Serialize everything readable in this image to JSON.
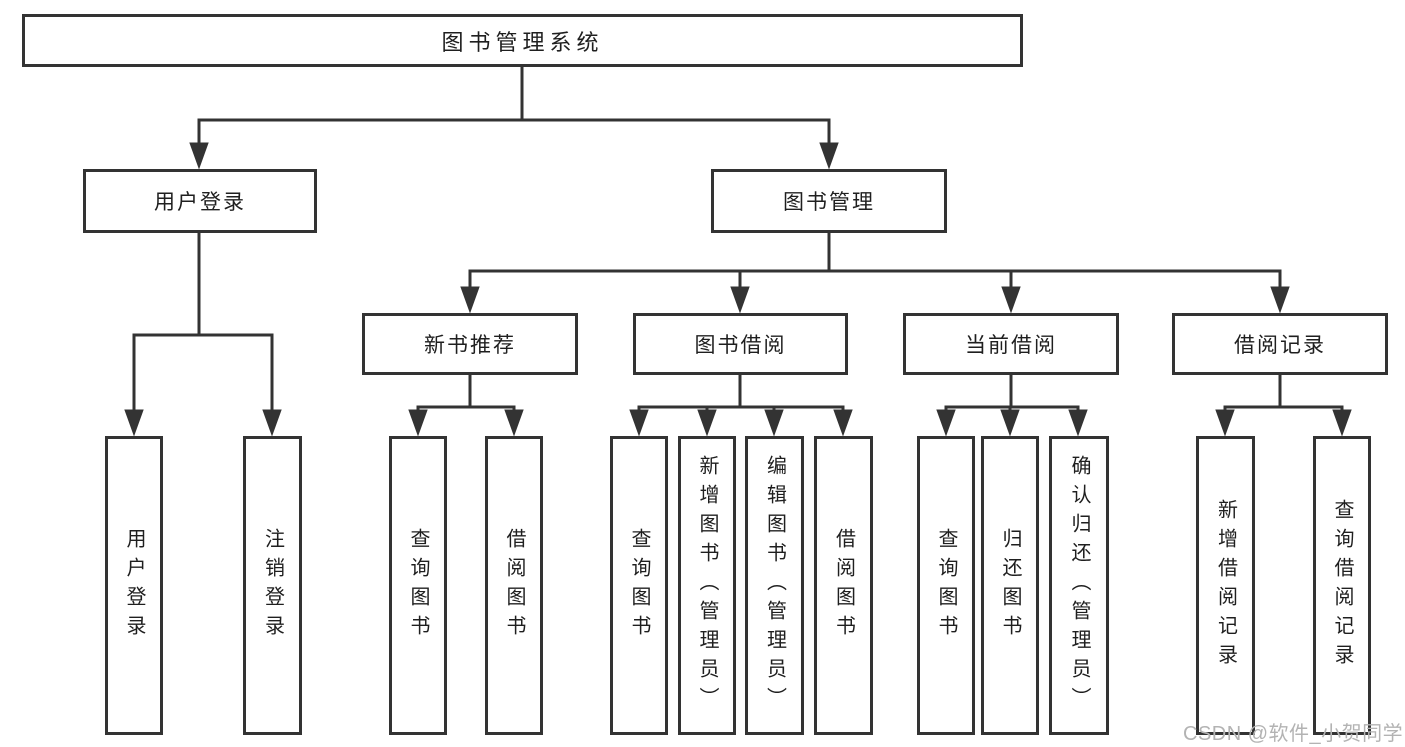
{
  "tree": {
    "root": "图书管理系统",
    "branches": [
      {
        "label": "用户登录",
        "children": [
          "用户登录",
          "注销登录"
        ]
      },
      {
        "label": "图书管理",
        "groups": [
          {
            "label": "新书推荐",
            "children": [
              "查询图书",
              "借阅图书"
            ]
          },
          {
            "label": "图书借阅",
            "children": [
              "查询图书",
              "新增图书（管理员）",
              "编辑图书（管理员）",
              "借阅图书"
            ]
          },
          {
            "label": "当前借阅",
            "children": [
              "查询图书",
              "归还图书",
              "确认归还（管理员）"
            ]
          },
          {
            "label": "借阅记录",
            "children": [
              "新增借阅记录",
              "查询借阅记录"
            ]
          }
        ]
      }
    ]
  },
  "watermark": "CSDN @软件_小贺同学",
  "colors": {
    "line": "#333333",
    "text": "#1f1f1f",
    "background": "#ffffff",
    "watermark": "#b3b3b3"
  }
}
